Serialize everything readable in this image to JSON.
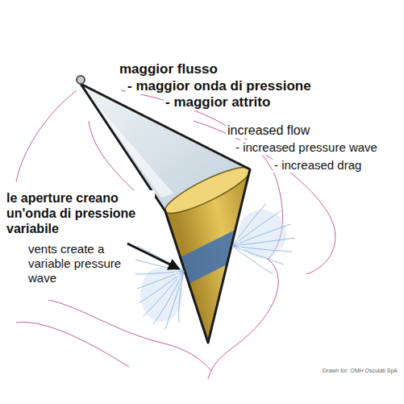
{
  "diagram": {
    "labels": [
      "maggior flusso",
      "- maggior onda di pressione",
      "- maggior attrito",
      "increased flow",
      "- increased pressure wave",
      "- increased drag",
      "le aperture creano un'onda di pressione variabile",
      "vents create a variable pressure wave",
      "Drawn for: OMH Osculati SpA"
    ]
  }
}
